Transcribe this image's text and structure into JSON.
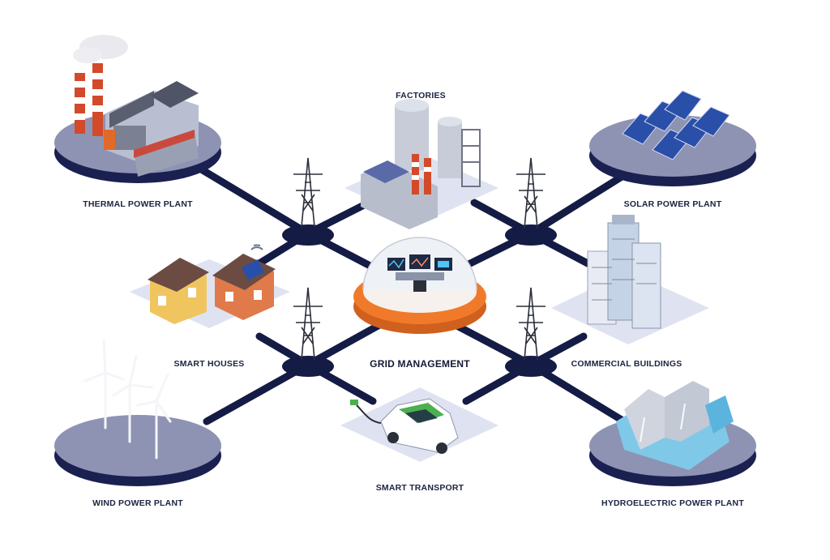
{
  "diagram": {
    "center": {
      "label": "GRID MANAGEMENT"
    },
    "nodes": [
      {
        "id": "thermal",
        "label": "THERMAL POWER PLANT"
      },
      {
        "id": "factories",
        "label": "FACTORIES"
      },
      {
        "id": "solar",
        "label": "SOLAR POWER PLANT"
      },
      {
        "id": "houses",
        "label": "SMART HOUSES"
      },
      {
        "id": "commercial",
        "label": "COMMERCIAL BUILDINGS"
      },
      {
        "id": "wind",
        "label": "WIND POWER PLANT"
      },
      {
        "id": "transport",
        "label": "SMART TRANSPORT"
      },
      {
        "id": "hydro",
        "label": "HYDROELECTRIC POWER PLANT"
      }
    ],
    "colors": {
      "line": "#141b45",
      "disc_top": "#8e93b3",
      "disc_side": "#1a2050",
      "tile": "#dfe3f1",
      "accent_orange": "#f07a2a",
      "smoke_red": "#d24a2a"
    }
  }
}
